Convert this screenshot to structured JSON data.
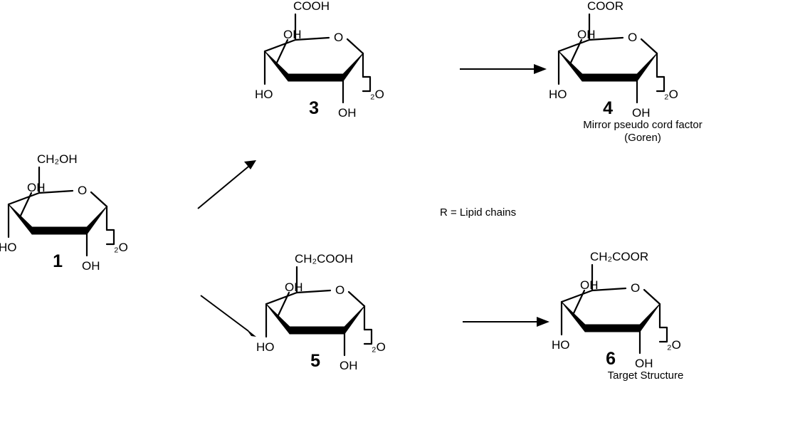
{
  "compounds": [
    {
      "id": "1",
      "label": "1",
      "substituent": "CH₂OH",
      "ring_o": "O",
      "oh_top": "OH",
      "oh_left": "HO",
      "oh_bottom": "OH",
      "link": "₂O",
      "caption": []
    },
    {
      "id": "3",
      "label": "3",
      "substituent": "COOH",
      "ring_o": "O",
      "oh_top": "OH",
      "oh_left": "HO",
      "oh_bottom": "OH",
      "link": "₂O",
      "caption": []
    },
    {
      "id": "4",
      "label": "4",
      "substituent": "COOR",
      "ring_o": "O",
      "oh_top": "OH",
      "oh_left": "HO",
      "oh_bottom": "OH",
      "link": "₂O",
      "caption": [
        "Mirror pseudo cord factor",
        "(Goren)"
      ]
    },
    {
      "id": "5",
      "label": "5",
      "substituent": "CH₂COOH",
      "ring_o": "O",
      "oh_top": "OH",
      "oh_left": "HO",
      "oh_bottom": "OH",
      "link": "₂O",
      "caption": []
    },
    {
      "id": "6",
      "label": "6",
      "substituent": "CH₂COOR",
      "ring_o": "O",
      "oh_top": "OH",
      "oh_left": "HO",
      "oh_bottom": "OH",
      "link": "₂O",
      "caption": [
        "Target Structure"
      ]
    }
  ],
  "legend": "R = Lipid chains",
  "arrows": [
    {
      "from": "1",
      "to": "3"
    },
    {
      "from": "1",
      "to": "5"
    },
    {
      "from": "3",
      "to": "4"
    },
    {
      "from": "5",
      "to": "6"
    }
  ]
}
